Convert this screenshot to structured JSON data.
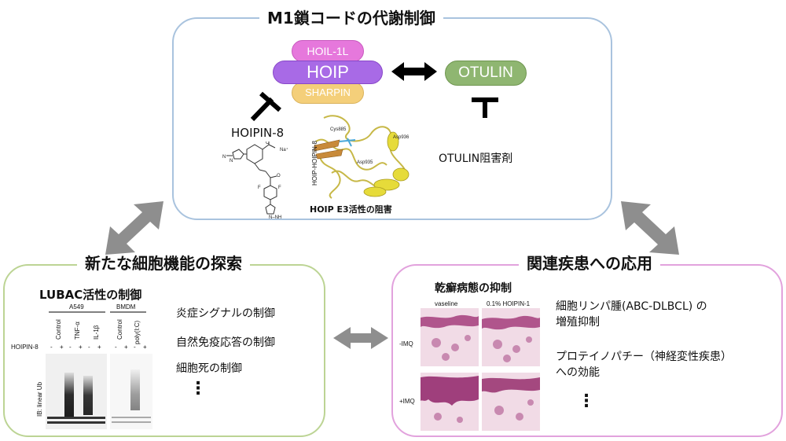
{
  "top_panel": {
    "title": "M1鎖コードの代謝制御",
    "hoil_label": "HOIL-1L",
    "hoip_label": "HOIP",
    "sharpin_label": "SHARPIN",
    "otulin_label": "OTULIN",
    "hoipin_label": "HOIPIN-8",
    "otulin_inhibitor_label": "OTULIN阻害剤",
    "e3_caption": "HOIP E3活性の阻害",
    "structure_labels": {
      "cys": "Cys885",
      "asp936": "Asp936",
      "asp935": "Asp935",
      "complex": "HOIP-HOIPIN-8"
    },
    "chem_labels": {
      "carbonyl_o": "O",
      "na": "Na⁺",
      "ketone_o": "O",
      "f1": "F",
      "f2": "F",
      "nh": "N–NH",
      "n1": "N",
      "n2": "N"
    }
  },
  "left_panel": {
    "title": "新たな細胞機能の探索",
    "subtitle": "LUBAC活性の制御",
    "functions": [
      "炎症シグナルの制御",
      "自然免疫応答の制御",
      "細胞死の制御"
    ],
    "ellipsis": "⋮",
    "blot": {
      "group_a549": "A549",
      "group_bmdm": "BMDM",
      "lanes": [
        "Control",
        "TNF-α",
        "IL-1β",
        "Control",
        "poly(I:C)"
      ],
      "hoipin_row_label": "HOIPIN-8",
      "signs": [
        "-",
        "+",
        "-",
        "+",
        "-",
        "+",
        "-",
        "+",
        "-",
        "+"
      ],
      "ylabel": "IB: linear Ub"
    }
  },
  "right_panel": {
    "title": "関連疾患への応用",
    "subtitle": "乾癬病態の抑制",
    "col_labels": [
      "vaseline",
      "0.1% HOIPIN-1"
    ],
    "row_labels": [
      "-IMQ",
      "+IMQ"
    ],
    "applications": [
      [
        "細胞リンパ腫(ABC-DLBCL) の",
        "増殖抑制"
      ],
      [
        "プロテイノパチー（神経変性疾患）",
        "への効能"
      ]
    ],
    "ellipsis": "⋮"
  },
  "colors": {
    "top_border": "#a9c3de",
    "left_border": "#bcd494",
    "right_border": "#e2a2dd",
    "hoil": "#e678dc",
    "hoip": "#a86ae6",
    "sharpin": "#f4cf7a",
    "otulin": "#8fb671",
    "arrow_gray": "#8e8e8e"
  }
}
